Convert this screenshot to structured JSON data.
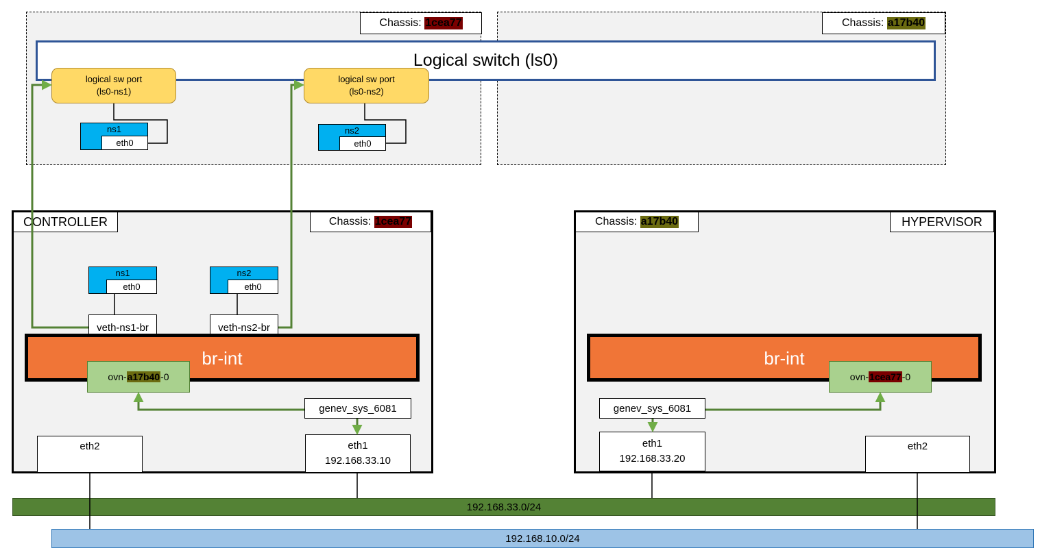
{
  "logical": {
    "left_chassis_label": "Chassis:",
    "left_chassis_id": "1cea77",
    "right_chassis_label": "Chassis:",
    "right_chassis_id": "a17b40",
    "switch_label": "Logical switch (ls0)",
    "port1": {
      "line1": "logical sw port",
      "line2": "(ls0-ns1)"
    },
    "port2": {
      "line1": "logical sw port",
      "line2": "(ls0-ns2)"
    },
    "ns1": {
      "name": "ns1",
      "iface": "eth0"
    },
    "ns2": {
      "name": "ns2",
      "iface": "eth0"
    }
  },
  "controller": {
    "title": "CONTROLLER",
    "chassis_label": "Chassis:",
    "chassis_id": "1cea77",
    "ns1": {
      "name": "ns1",
      "iface": "eth0"
    },
    "ns2": {
      "name": "ns2",
      "iface": "eth0"
    },
    "veth1": "veth-ns1-br",
    "veth2": "veth-ns2-br",
    "bridge": "br-int",
    "tunnel": {
      "prefix": "ovn-",
      "peer": "a17b40",
      "suffix": "-0"
    },
    "geneve": "genev_sys_6081",
    "eth2": "eth2",
    "eth1": {
      "name": "eth1",
      "ip": "192.168.33.10"
    }
  },
  "hypervisor": {
    "title": "HYPERVISOR",
    "chassis_label": "Chassis:",
    "chassis_id": "a17b40",
    "bridge": "br-int",
    "tunnel": {
      "prefix": "ovn-",
      "peer": "1cea77",
      "suffix": "-0"
    },
    "geneve": "genev_sys_6081",
    "eth1": {
      "name": "eth1",
      "ip": "192.168.33.20"
    },
    "eth2": "eth2"
  },
  "networks": {
    "mgmt": "192.168.33.0/24",
    "data": "192.168.10.0/24"
  },
  "colors": {
    "chassis_1cea77": "#7a0000",
    "chassis_a17b40": "#6b6b10",
    "br_int": "#f07537",
    "tunnel_link": "#548235",
    "namespace": "#00b0f0",
    "logical_port": "#ffd966"
  }
}
